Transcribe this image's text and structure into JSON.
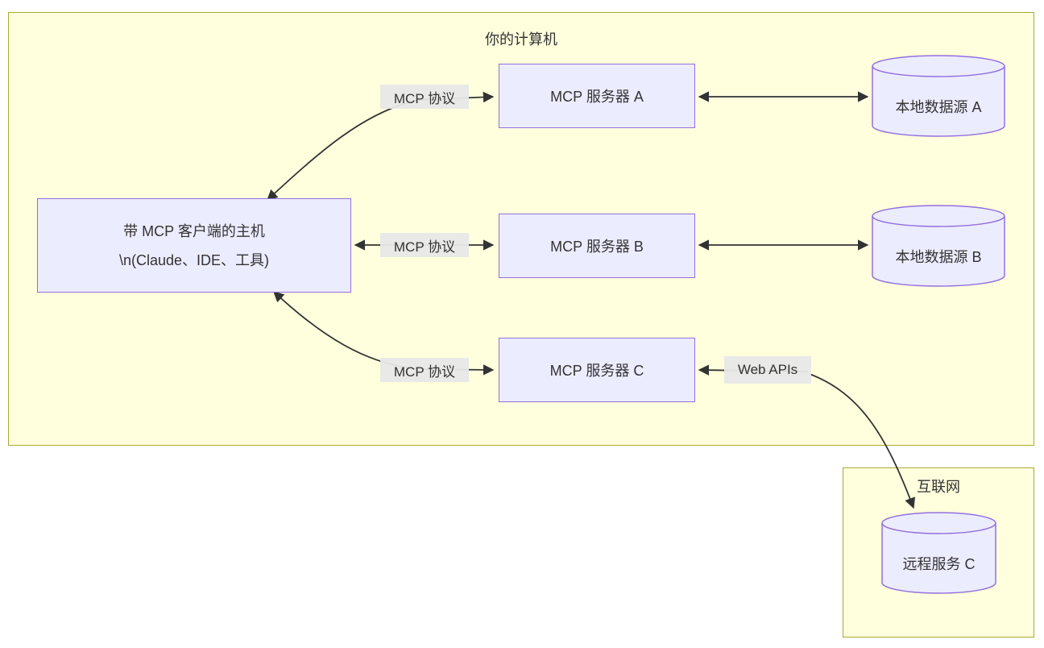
{
  "diagram": {
    "clusters": {
      "computer": {
        "title": "你的计算机"
      },
      "internet": {
        "title": "互联网"
      }
    },
    "nodes": {
      "host": {
        "line1": "带 MCP 客户端的主机",
        "line2": "\\n(Claude、IDE、工具)"
      },
      "server_a": {
        "label": "MCP 服务器 A"
      },
      "server_b": {
        "label": "MCP 服务器 B"
      },
      "server_c": {
        "label": "MCP 服务器 C"
      },
      "data_a": {
        "label": "本地数据源 A"
      },
      "data_b": {
        "label": "本地数据源 B"
      },
      "remote_c": {
        "label": "远程服务 C"
      }
    },
    "edge_labels": {
      "mcp1": "MCP 协议",
      "mcp2": "MCP 协议",
      "mcp3": "MCP 协议",
      "web_apis": "Web APIs"
    },
    "colors": {
      "cluster_fill": "#ffffde",
      "cluster_border": "#aaaa33",
      "node_fill": "#ececff",
      "node_border": "#9370db",
      "edge_label_bg": "#e8e8e8",
      "line": "#333333",
      "text": "#333333"
    }
  }
}
